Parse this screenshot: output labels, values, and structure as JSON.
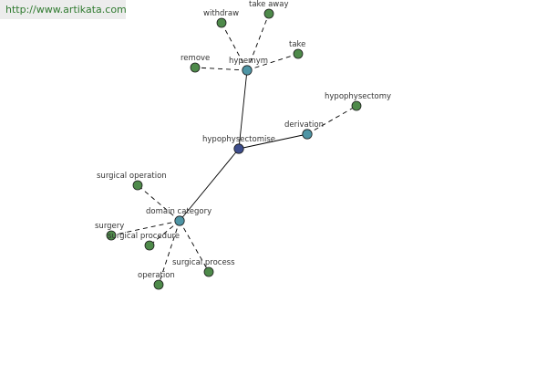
{
  "watermark": {
    "text": "http://www.artikata.com"
  },
  "graph": {
    "colors": {
      "root": "#3d4d8c",
      "relation": "#4e95a5",
      "leaf": "#4e8a4a",
      "edge": "#000000"
    },
    "nodes": [
      {
        "id": "hypophysectomise",
        "label": "hypophysectomise",
        "kind": "root"
      },
      {
        "id": "hypernym",
        "label": "hypernym",
        "kind": "relation"
      },
      {
        "id": "derivation",
        "label": "derivation",
        "kind": "relation"
      },
      {
        "id": "domain_category",
        "label": "domain category",
        "kind": "relation"
      },
      {
        "id": "withdraw",
        "label": "withdraw",
        "kind": "leaf"
      },
      {
        "id": "take_away",
        "label": "take away",
        "kind": "leaf"
      },
      {
        "id": "take",
        "label": "take",
        "kind": "leaf"
      },
      {
        "id": "remove",
        "label": "remove",
        "kind": "leaf"
      },
      {
        "id": "hypophysectomy",
        "label": "hypophysectomy",
        "kind": "leaf"
      },
      {
        "id": "surgical_operation",
        "label": "surgical operation",
        "kind": "leaf"
      },
      {
        "id": "surgery",
        "label": "surgery",
        "kind": "leaf"
      },
      {
        "id": "surgical_procedure",
        "label": "surgical procedure",
        "kind": "leaf"
      },
      {
        "id": "surgical_process",
        "label": "surgical process",
        "kind": "leaf"
      },
      {
        "id": "operation",
        "label": "operation",
        "kind": "leaf"
      }
    ],
    "edges": [
      {
        "from": "hypophysectomise",
        "to": "hypernym",
        "style": "solid"
      },
      {
        "from": "hypophysectomise",
        "to": "derivation",
        "style": "solid"
      },
      {
        "from": "hypophysectomise",
        "to": "domain_category",
        "style": "solid"
      },
      {
        "from": "hypernym",
        "to": "withdraw",
        "style": "dashed"
      },
      {
        "from": "hypernym",
        "to": "take_away",
        "style": "dashed"
      },
      {
        "from": "hypernym",
        "to": "take",
        "style": "dashed"
      },
      {
        "from": "hypernym",
        "to": "remove",
        "style": "dashed"
      },
      {
        "from": "derivation",
        "to": "hypophysectomy",
        "style": "dashed"
      },
      {
        "from": "domain_category",
        "to": "surgical_operation",
        "style": "dashed"
      },
      {
        "from": "domain_category",
        "to": "surgery",
        "style": "dashed"
      },
      {
        "from": "domain_category",
        "to": "surgical_procedure",
        "style": "dashed"
      },
      {
        "from": "domain_category",
        "to": "surgical_process",
        "style": "dashed"
      },
      {
        "from": "domain_category",
        "to": "operation",
        "style": "dashed"
      }
    ]
  }
}
